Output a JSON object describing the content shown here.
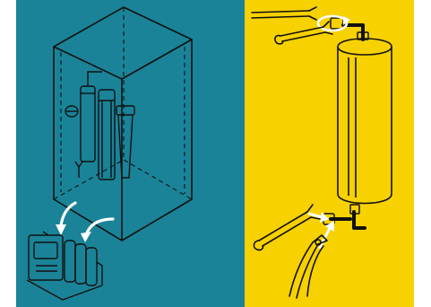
{
  "figure": {
    "panels": [
      {
        "id": "left",
        "background": "#1a8398"
      },
      {
        "id": "right",
        "background": "#f7d100"
      }
    ],
    "colors": {
      "line": "#111111",
      "highlight": "#ffffff",
      "left_background": "#1a8398",
      "right_background": "#f7d100"
    },
    "icons": [
      "cabinet-outline",
      "filter-canister-icon",
      "pump-module-icon",
      "arrow-icon",
      "wrench-icon",
      "pliers-icon",
      "rotation-arrow-icon",
      "pressure-tank-icon"
    ]
  }
}
